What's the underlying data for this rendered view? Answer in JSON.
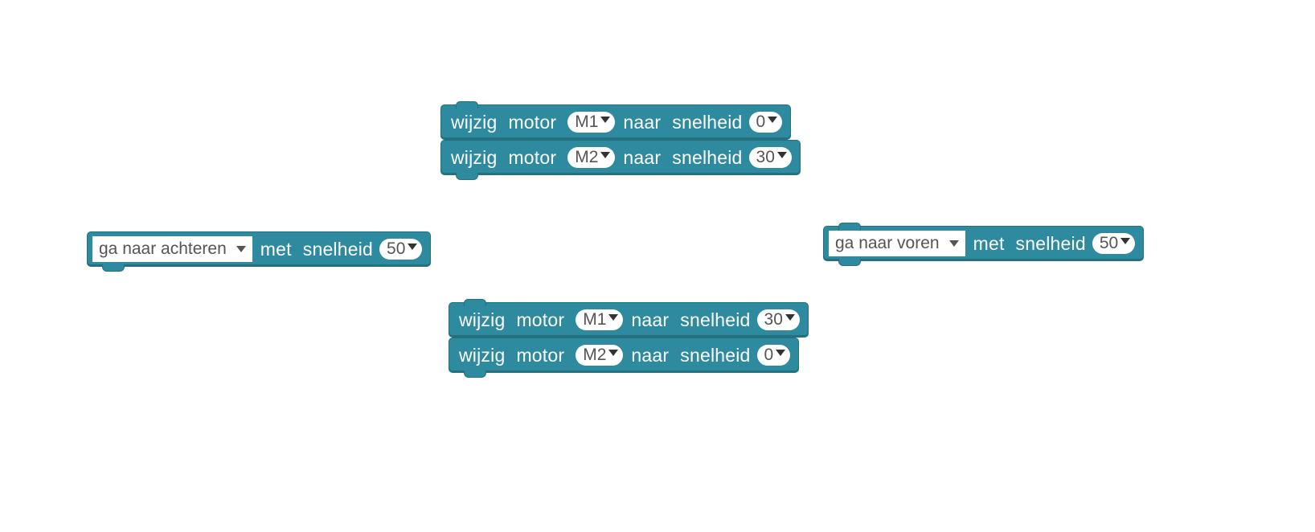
{
  "stack1": [
    {
      "label": "wijzig",
      "label2": "motor",
      "motor": "M1",
      "label3": "naar",
      "label4": "snelheid",
      "speed": "0"
    },
    {
      "label": "wijzig",
      "label2": "motor",
      "motor": "M2",
      "label3": "naar",
      "label4": "snelheid",
      "speed": "30"
    }
  ],
  "stack2": [
    {
      "label": "wijzig",
      "label2": "motor",
      "motor": "M1",
      "label3": "naar",
      "label4": "snelheid",
      "speed": "30"
    },
    {
      "label": "wijzig",
      "label2": "motor",
      "motor": "M2",
      "label3": "naar",
      "label4": "snelheid",
      "speed": "0"
    }
  ],
  "backward_block": {
    "direction": "ga naar achteren",
    "label": "met",
    "label2": "snelheid",
    "speed": "50"
  },
  "forward_block": {
    "direction": "ga naar voren",
    "label": "met",
    "label2": "snelheid",
    "speed": "50"
  }
}
